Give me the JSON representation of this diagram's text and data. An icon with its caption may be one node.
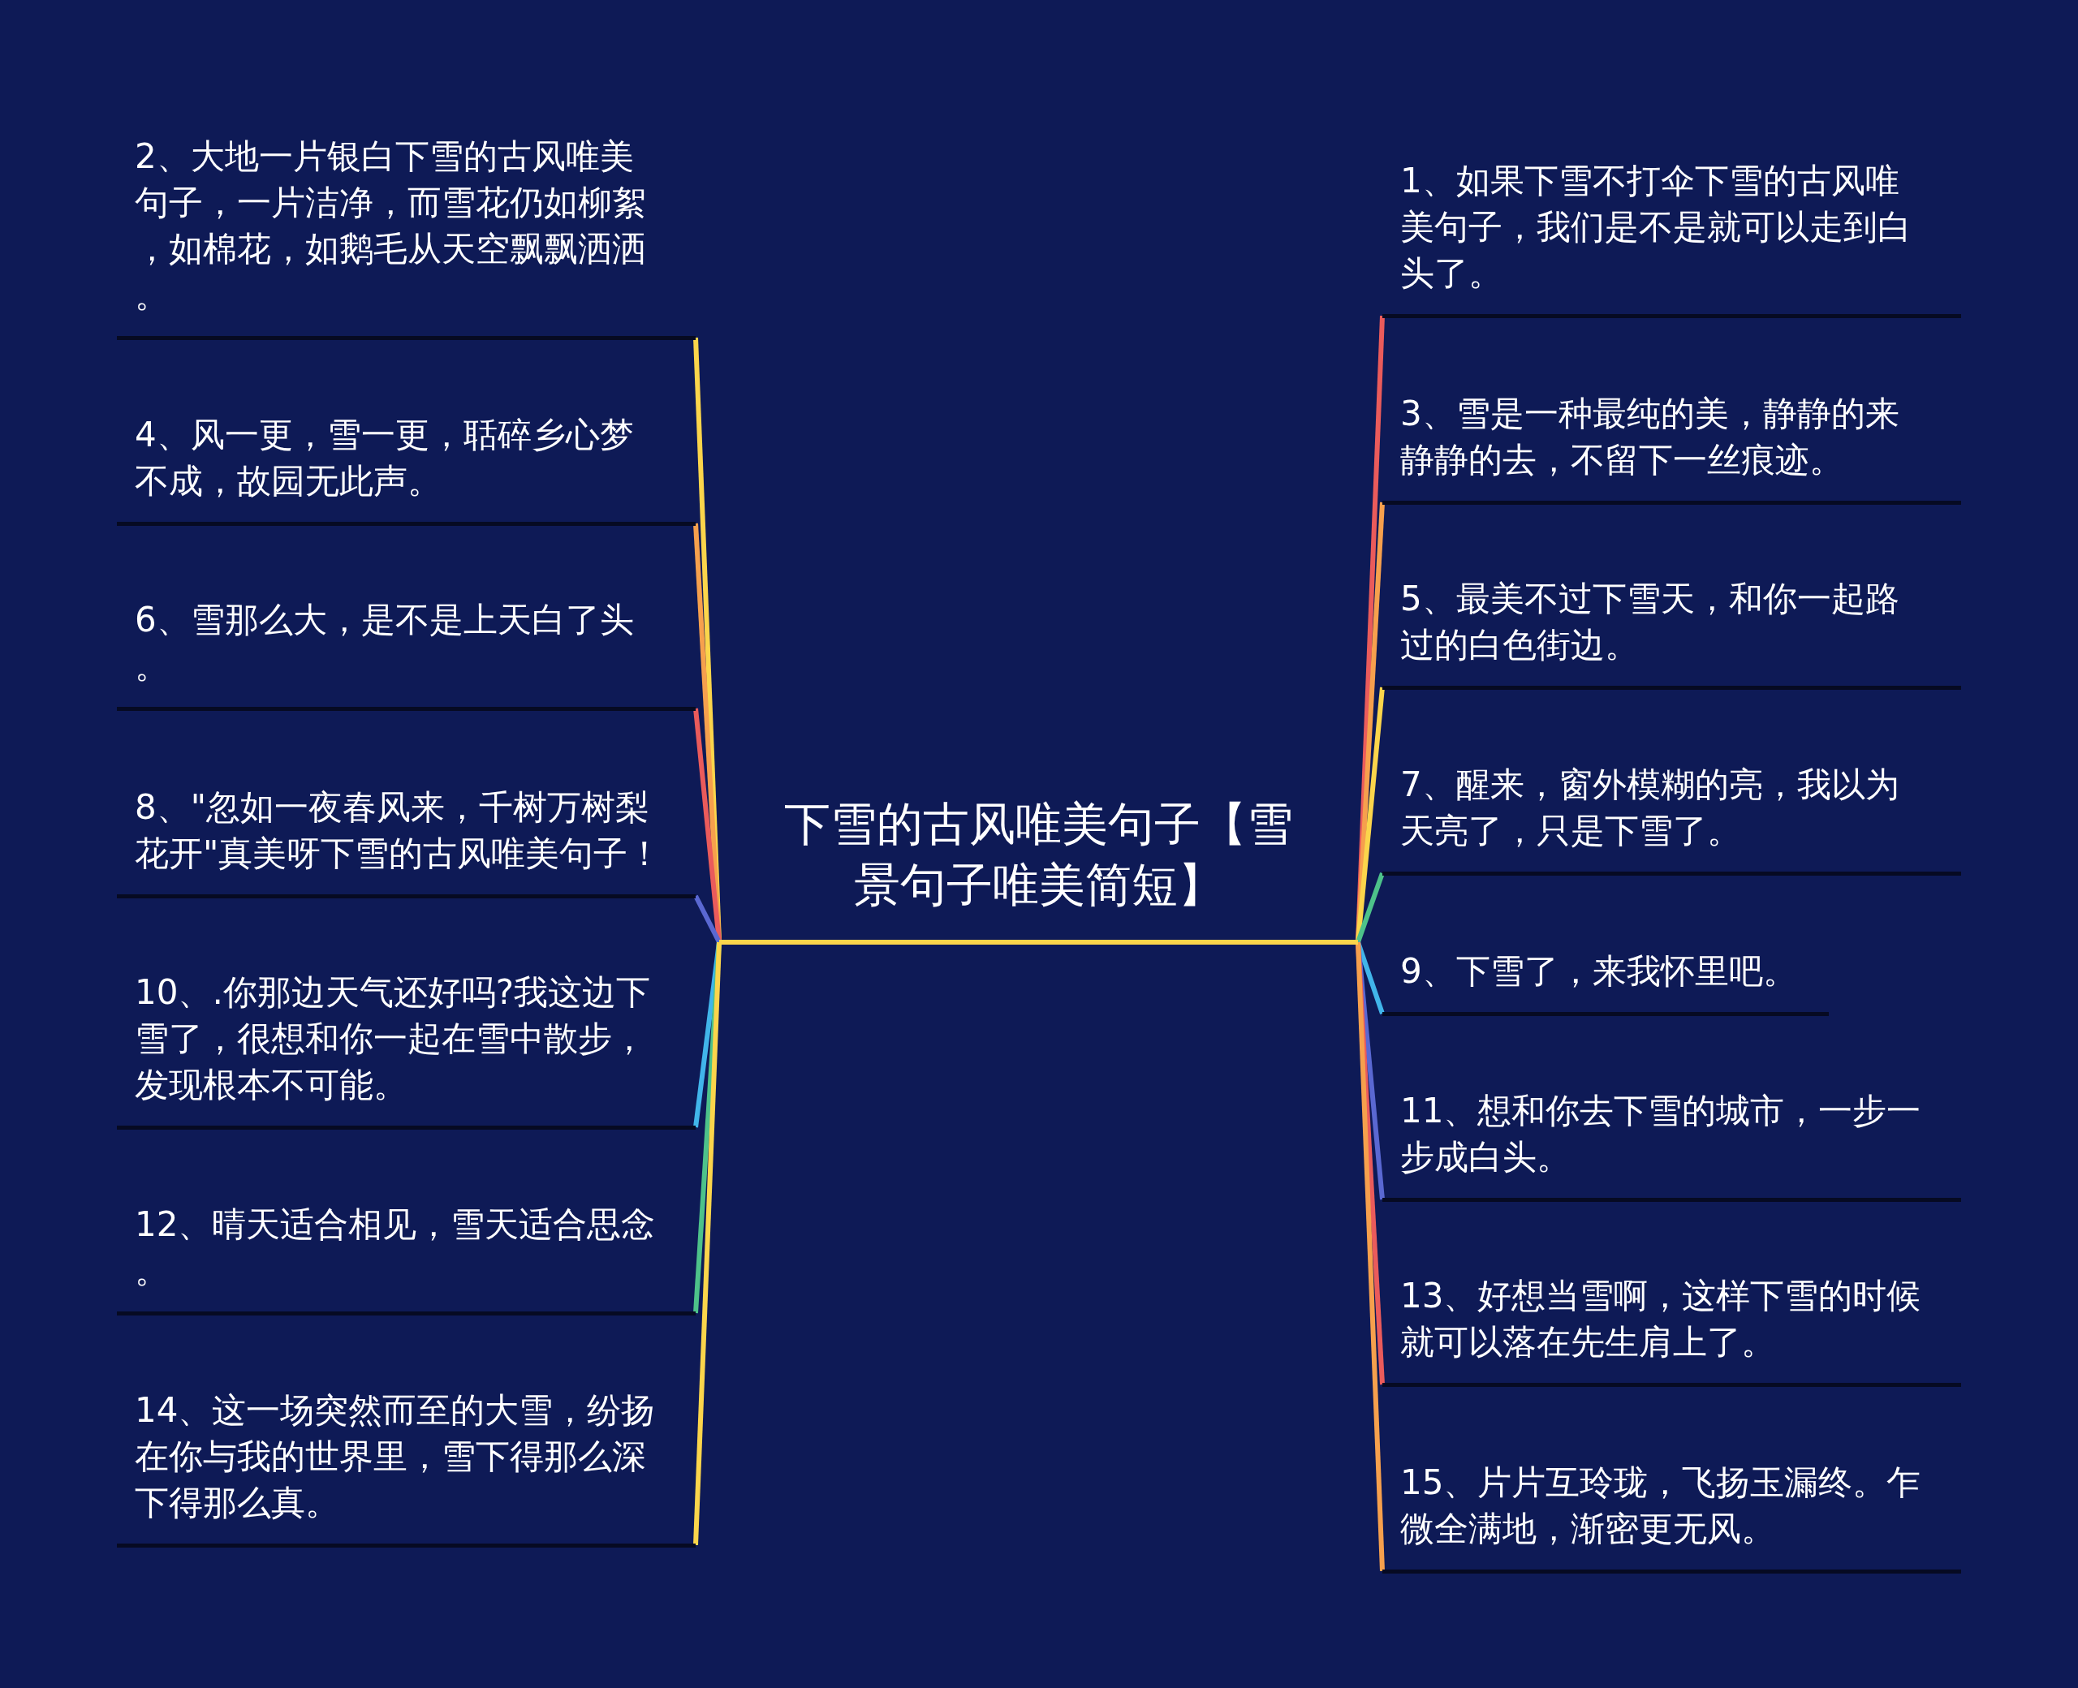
{
  "diagram": {
    "nodes": [
      {
        "text": [
          "下雪的古风唯美句子【雪景句子唯美简短】"
        ]
      },
      {
        "text": [
          "1、如果下雪不打伞下雪的古风唯美句子，我们是不是就可以走到白头了。"
        ]
      },
      {
        "text": [
          "2、大地一片银白下雪的古风唯美句子，一片洁净，而雪花仍如柳絮，如棉花，如鹅毛从天空飘飘洒洒。"
        ]
      },
      {
        "text": [
          "3、雪是一种最纯的美，静静的来静静的去，不留下一丝痕迹。"
        ]
      },
      {
        "text": [
          "4、风一更，雪一更，聒碎乡心梦不成，故园无此声。"
        ]
      },
      {
        "text": [
          "5、最美不过下雪天，和你一起路过的白色街边。"
        ]
      },
      {
        "text": [
          "6、雪那么大，是不是上天白了头。"
        ]
      },
      {
        "text": [
          "7、醒来，窗外模糊的亮，我以为天亮了，只是下雪了。"
        ]
      },
      {
        "text": [
          "8、\"忽如一夜春风来，千树万树梨花开\"真美呀下雪的古风唯美句子！"
        ]
      },
      {
        "text": [
          "9、下雪了，来我怀里吧。"
        ]
      },
      {
        "text": [
          "10、.你那边天气还好吗?我这边下雪了，很想和你一起在雪中散步，发现根本不可能。"
        ]
      },
      {
        "text": [
          "11、想和你去下雪的城市，一步一步成白头。"
        ]
      },
      {
        "text": [
          "12、晴天适合相见，雪天适合思念。"
        ]
      },
      {
        "text": [
          "13、好想当雪啊，这样下雪的时候就可以落在先生肩上了。"
        ]
      },
      {
        "text": [
          "14、这一场突然而至的大雪，纷扬在你与我的世界里，雪下得那么深下得那么真。"
        ]
      },
      {
        "text": [
          "15、片片互玲珑，飞扬玉漏终。乍微全满地，渐密更无风。"
        ]
      }
    ],
    "edges": [
      {
        "from": 0,
        "to": 1,
        "arrow": "none",
        "color": "#ea5b5b"
      },
      {
        "from": 0,
        "to": 2,
        "arrow": "none",
        "color": "#fbd54b"
      },
      {
        "from": 0,
        "to": 3,
        "arrow": "none",
        "color": "#f6a04d"
      },
      {
        "from": 0,
        "to": 4,
        "arrow": "none",
        "color": "#f6a04d"
      },
      {
        "from": 0,
        "to": 5,
        "arrow": "none",
        "color": "#fbd54b"
      },
      {
        "from": 0,
        "to": 6,
        "arrow": "none",
        "color": "#ea5b5b"
      },
      {
        "from": 0,
        "to": 7,
        "arrow": "none",
        "color": "#4dc28a"
      },
      {
        "from": 0,
        "to": 8,
        "arrow": "none",
        "color": "#5a68d2"
      },
      {
        "from": 0,
        "to": 9,
        "arrow": "none",
        "color": "#41b5ea"
      },
      {
        "from": 0,
        "to": 10,
        "arrow": "none",
        "color": "#41b5ea"
      },
      {
        "from": 0,
        "to": 11,
        "arrow": "none",
        "color": "#5a68d2"
      },
      {
        "from": 0,
        "to": 12,
        "arrow": "none",
        "color": "#4dc28a"
      },
      {
        "from": 0,
        "to": 13,
        "arrow": "none",
        "color": "#ea5b5b"
      },
      {
        "from": 0,
        "to": 14,
        "arrow": "none",
        "color": "#fbd54b"
      },
      {
        "from": 0,
        "to": 15,
        "arrow": "none",
        "color": "#f6a04d"
      }
    ]
  }
}
